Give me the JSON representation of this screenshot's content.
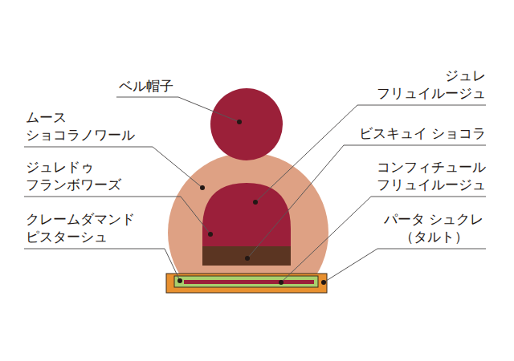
{
  "diagram": {
    "labels": [
      "ベル帽子",
      "ジュレ フリュイルージュ",
      "ムース ショコラノワール",
      "ビスキュイ ショコラ",
      "ジュレドゥ フランボワーズ",
      "コンフィチュール フリュイルージュ",
      "クレームダマンド ピスターシュ",
      "パータ シュクレ （タルト）"
    ]
  }
}
